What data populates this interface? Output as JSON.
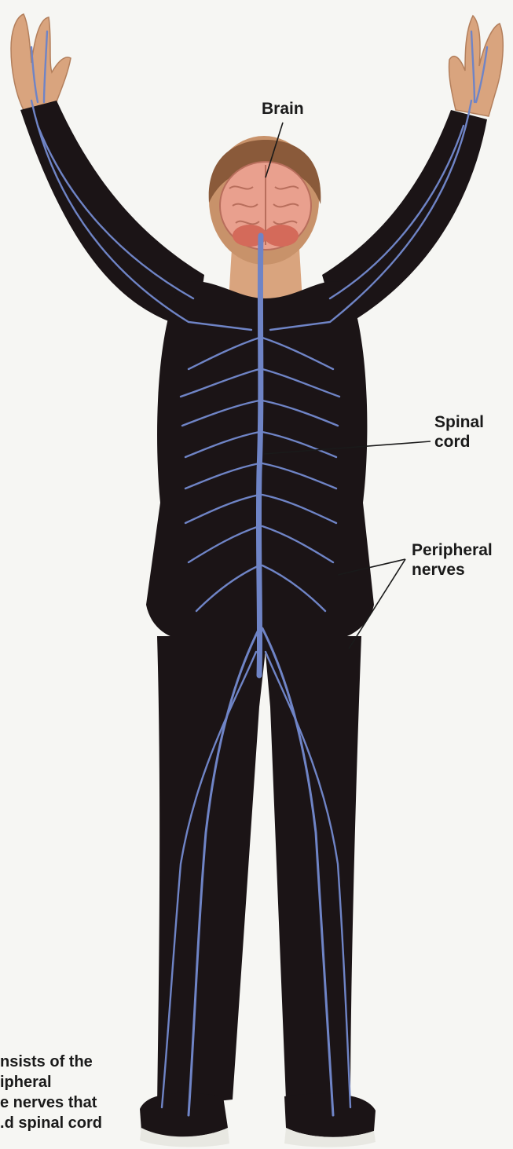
{
  "labels": {
    "brain": "Brain",
    "spinal_cord": [
      "Spinal",
      "cord"
    ],
    "peripheral_nerves": [
      "Peripheral",
      "nerves"
    ]
  },
  "caption_lines": [
    "nsists of the",
    "ipheral",
    "e nerves that",
    "d spinal cord."
  ],
  "colors": {
    "background": "#f6f6f3",
    "clothing": "#1b1416",
    "skin": "#d9a47e",
    "hair": "#8a5a3a",
    "brain": "#e9a08e",
    "nerves": "#6f84c6",
    "shoe": "#e8e8e2",
    "label_text": "#1a1a1a"
  }
}
